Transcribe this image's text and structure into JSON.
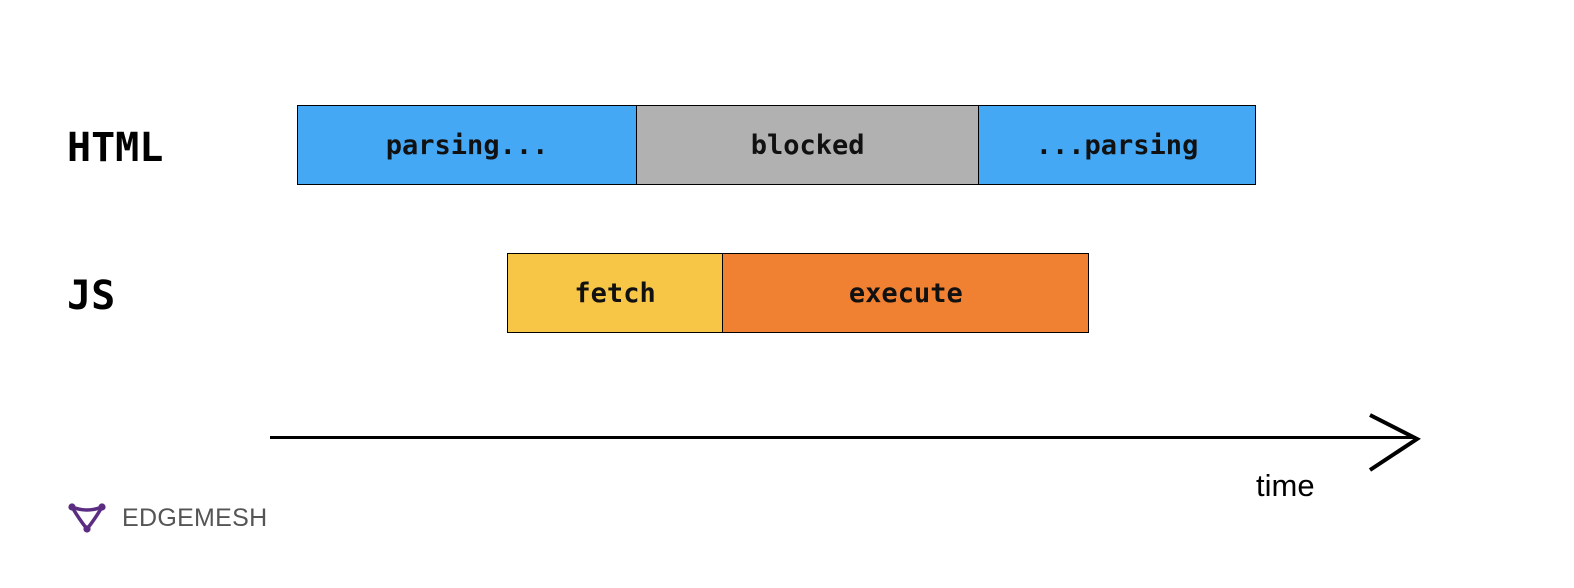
{
  "rows": [
    {
      "label": "HTML",
      "segments": [
        {
          "label": "parsing...",
          "start": 0,
          "end": 0.354,
          "color": "#45a8f5"
        },
        {
          "label": "blocked",
          "start": 0.354,
          "end": 0.711,
          "color": "#b1b1b1"
        },
        {
          "label": "...parsing",
          "start": 0.711,
          "end": 1.0,
          "color": "#45a8f5"
        }
      ]
    },
    {
      "label": "JS",
      "segments": [
        {
          "label": "fetch",
          "start": 0.219,
          "end": 0.444,
          "color": "#f7c646"
        },
        {
          "label": "execute",
          "start": 0.444,
          "end": 0.826,
          "color": "#f08133"
        }
      ]
    }
  ],
  "axis": {
    "label": "time"
  },
  "logo": {
    "text": "EDGEMESH",
    "color": "#5b2d82"
  }
}
